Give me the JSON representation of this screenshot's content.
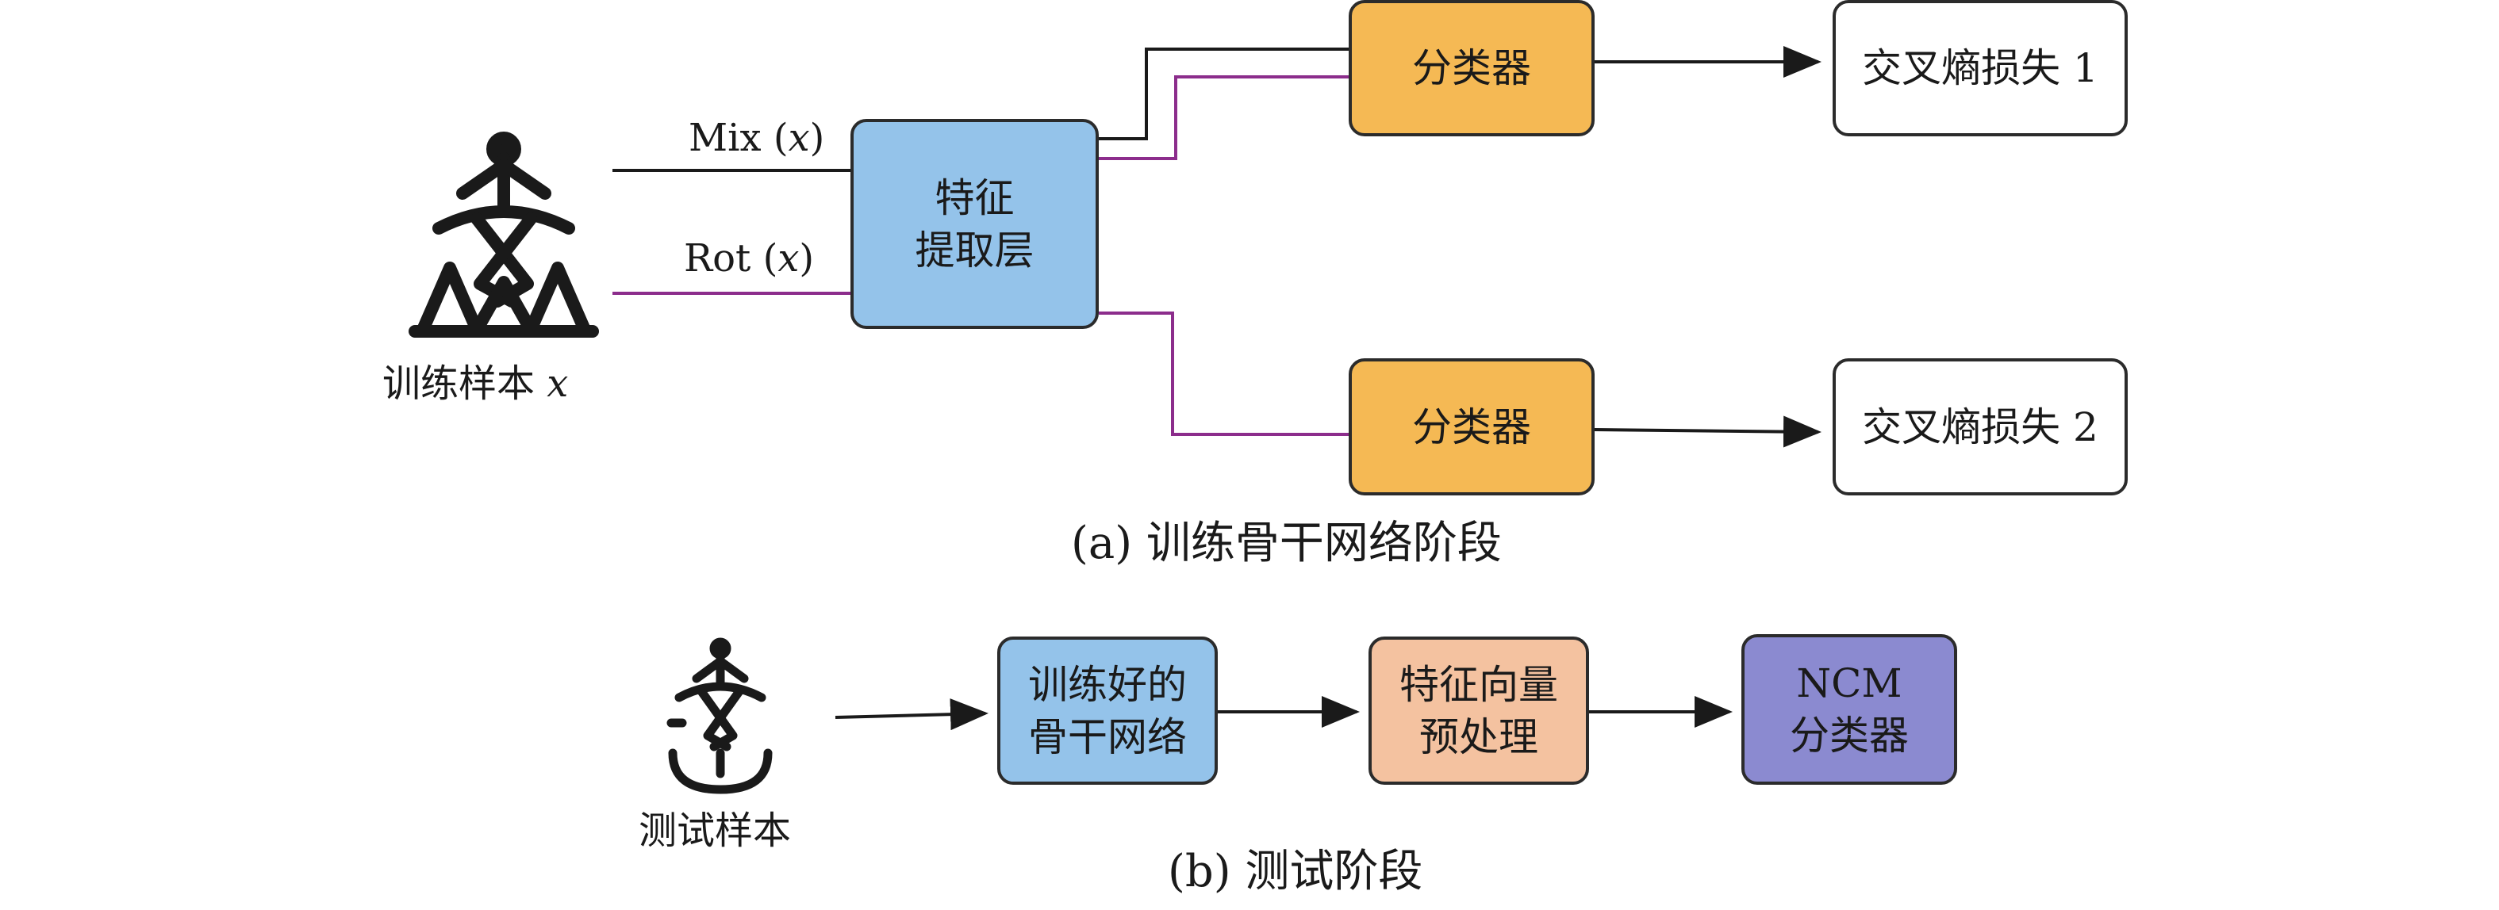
{
  "colors": {
    "feature_box": "#94c3ea",
    "classifier_box": "#f5b954",
    "loss_box": "#ffffff",
    "preprocess_box": "#f4c2a0",
    "ncm_box": "#8b8ad0",
    "mix_line": "#1a1a1a",
    "rot_line": "#8c2d8c"
  },
  "stage_a": {
    "sample_label": "训练样本 x",
    "mix_label": "Mix (x)",
    "rot_label": "Rot (x)",
    "feature_extractor": [
      "特征",
      "提取层"
    ],
    "classifier_1": "分类器",
    "classifier_2": "分类器",
    "loss_1": "交叉熵损失 1",
    "loss_2": "交叉熵损失 2",
    "caption": "(a) 训练骨干网络阶段"
  },
  "stage_b": {
    "sample_label": "测试样本",
    "trained_backbone": [
      "训练好的",
      "骨干网络"
    ],
    "feature_preprocess": [
      "特征向量",
      "预处理"
    ],
    "ncm_classifier": [
      "NCM",
      "分类器"
    ],
    "caption": "(b) 测试阶段"
  },
  "icons": {
    "training_sample": "oracle-bone-character-image",
    "test_sample": "oracle-bone-character-image"
  }
}
